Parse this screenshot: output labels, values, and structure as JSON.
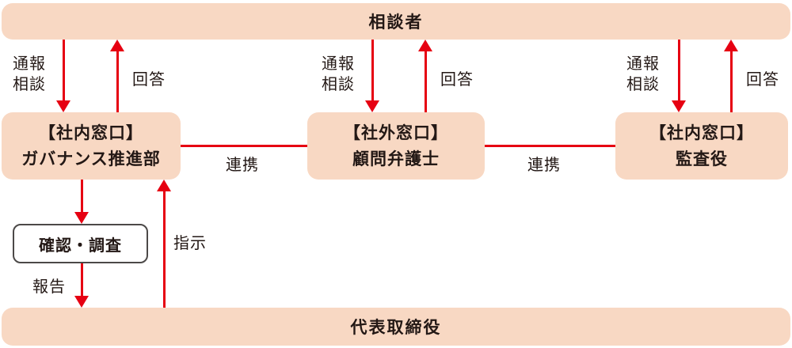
{
  "colors": {
    "peach": "#f8d8c3",
    "red": "#e60012",
    "text": "#231815",
    "border": "#4c4948"
  },
  "bars": {
    "top": "相談者",
    "bottom": "代表取締役"
  },
  "boxes": [
    {
      "line1": "【社内窓口】",
      "line2": "ガバナンス推進部"
    },
    {
      "line1": "【社外窓口】",
      "line2": "顧問弁護士"
    },
    {
      "line1": "【社内窓口】",
      "line2": "監査役"
    }
  ],
  "investigation": {
    "label": "確認・調査"
  },
  "labels": {
    "report": "通報",
    "consult": "相談",
    "answer": "回答",
    "coordination": "連携",
    "reporting": "報告",
    "instruction": "指示"
  }
}
